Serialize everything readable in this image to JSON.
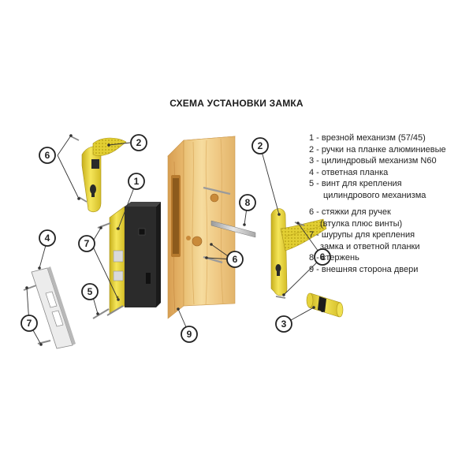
{
  "title": "СХЕМА УСТАНОВКИ ЗАМКА",
  "legend": [
    {
      "line": "1 - врезной механизм (57/45)",
      "style": "normal"
    },
    {
      "line": "2 - ручки на планке алюминиевые",
      "style": "normal"
    },
    {
      "line": "3 - цилиндровый механизм N60",
      "style": "normal"
    },
    {
      "line": "4 - ответная планка",
      "style": "normal"
    },
    {
      "line": "5 - винт для крепления",
      "style": "normal"
    },
    {
      "line": "цилиндрового механизма",
      "style": "ind"
    },
    {
      "line": "",
      "style": "gap"
    },
    {
      "line": "6 - стяжки для ручек",
      "style": "normal"
    },
    {
      "line": "(втулка плюс винты)",
      "style": "ind2"
    },
    {
      "line": "7 - шурупы для крепления",
      "style": "normal"
    },
    {
      "line": "замка и ответной планки",
      "style": "ind2"
    },
    {
      "line": "8 - стержень",
      "style": "normal"
    },
    {
      "line": "9 - внешняя сторона двери",
      "style": "normal"
    }
  ],
  "callouts": [
    "6",
    "2",
    "1",
    "7",
    "4",
    "5",
    "7",
    "2",
    "8",
    "6",
    "6",
    "3",
    "9"
  ],
  "colors": {
    "brass": "#e8d43a",
    "brass_dark": "#c9b21e",
    "wood": "#f0cf8a",
    "wood_dark": "#d9a75a",
    "lock_body": "#2a2a2a",
    "steel": "#c8c8c8"
  }
}
